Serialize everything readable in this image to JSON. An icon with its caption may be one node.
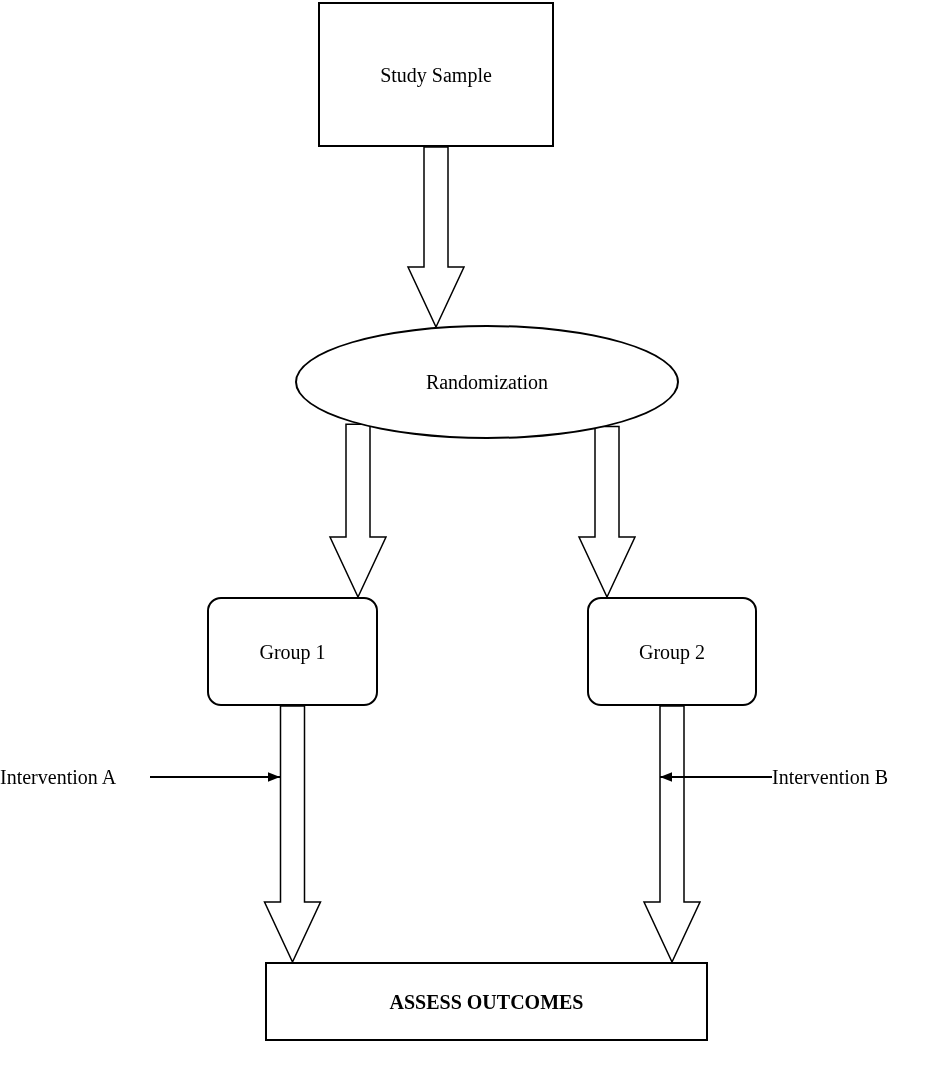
{
  "diagram": {
    "nodes": [
      {
        "text": [
          "Study Sample"
        ]
      },
      {
        "text": [
          "Randomization"
        ]
      },
      {
        "text": [
          "Group 1"
        ]
      },
      {
        "text": [
          "Group 2"
        ]
      },
      {
        "text": [
          "ASSESS OUTCOMES"
        ]
      },
      {
        "text": [
          "Intervention A"
        ]
      },
      {
        "text": [
          "Intervention B"
        ]
      }
    ],
    "edges": [
      {
        "from": 0,
        "to": 1,
        "arrow": "to"
      },
      {
        "from": 1,
        "to": 2,
        "arrow": "to"
      },
      {
        "from": 1,
        "to": 3,
        "arrow": "to"
      },
      {
        "from": 2,
        "to": 4,
        "arrow": "to"
      },
      {
        "from": 3,
        "to": 4,
        "arrow": "to"
      },
      {
        "from": 5,
        "to": null,
        "arrow": "to"
      },
      {
        "from": 6,
        "to": null,
        "arrow": "to"
      }
    ]
  }
}
